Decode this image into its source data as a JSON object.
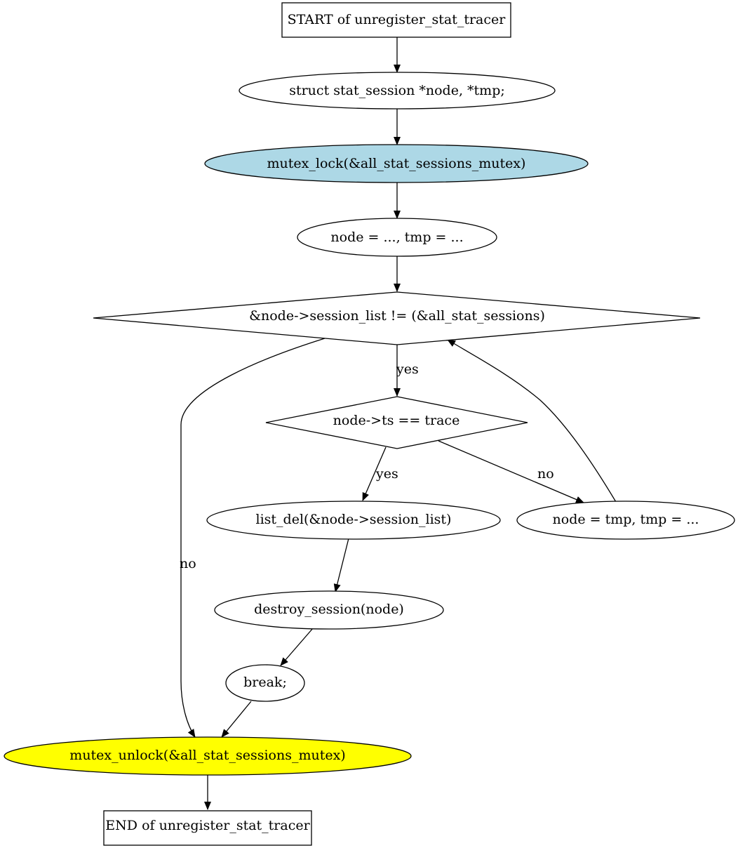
{
  "diagram": {
    "nodes": {
      "start": {
        "label": "START of unregister_stat_tracer",
        "fill": "#ffffff"
      },
      "decl": {
        "label": "struct stat_session *node, *tmp;",
        "fill": "#ffffff"
      },
      "lock": {
        "label": "mutex_lock(&all_stat_sessions_mutex)",
        "fill": "#add8e6"
      },
      "init": {
        "label": "node = ..., tmp = ...",
        "fill": "#ffffff"
      },
      "loop_cond": {
        "label": "&node->session_list != (&all_stat_sessions)",
        "fill": "#ffffff"
      },
      "ts_cond": {
        "label": "node->ts == trace",
        "fill": "#ffffff"
      },
      "list_del": {
        "label": "list_del(&node->session_list)",
        "fill": "#ffffff"
      },
      "advance": {
        "label": "node = tmp, tmp = ...",
        "fill": "#ffffff"
      },
      "destroy": {
        "label": "destroy_session(node)",
        "fill": "#ffffff"
      },
      "break": {
        "label": "break;",
        "fill": "#ffffff"
      },
      "unlock": {
        "label": "mutex_unlock(&all_stat_sessions_mutex)",
        "fill": "#ffff00"
      },
      "end": {
        "label": "END of unregister_stat_tracer",
        "fill": "#ffffff"
      }
    },
    "edge_labels": {
      "loop_yes": "yes",
      "loop_no": "no",
      "ts_yes": "yes",
      "ts_no": "no"
    }
  }
}
